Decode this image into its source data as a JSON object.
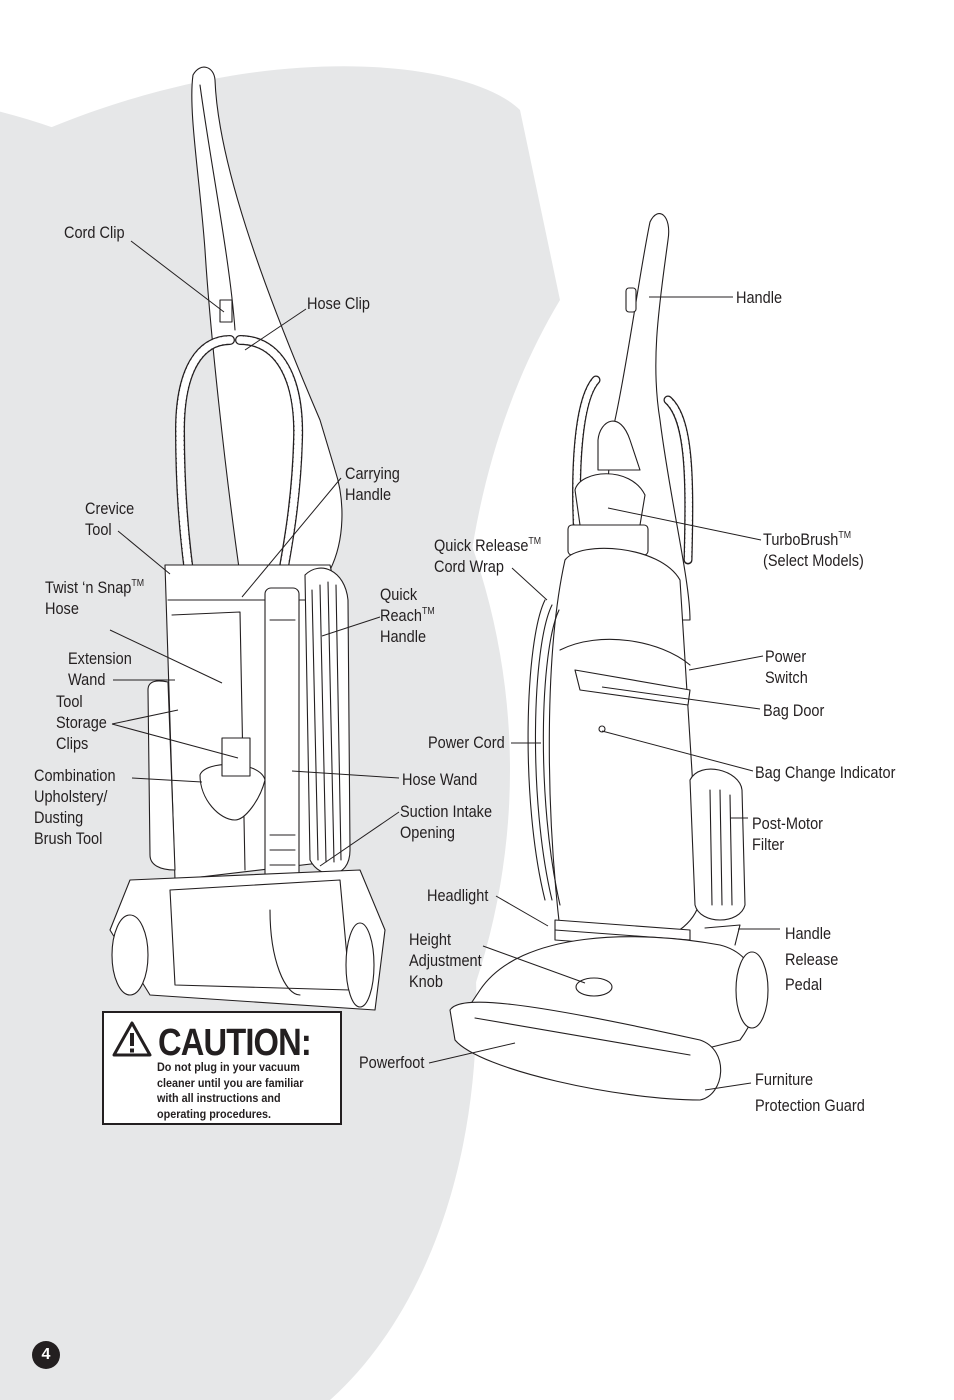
{
  "labels": {
    "cord_clip": "Cord Clip",
    "hose_clip": "Hose Clip",
    "carrying_handle": [
      "Carrying",
      "Handle"
    ],
    "crevice_tool": [
      "Crevice",
      "Tool"
    ],
    "twist_snap_hose": [
      "Twist ‘n Snap",
      "TM",
      "Hose"
    ],
    "quick_reach_handle": [
      "Quick",
      "Reach",
      "TM",
      "Handle"
    ],
    "extension_wand": [
      "Extension",
      "Wand"
    ],
    "tool_storage_clips": [
      "Tool",
      "Storage",
      "Clips"
    ],
    "combination_tool": [
      "Combination",
      "Upholstery/",
      "Dusting",
      "Brush Tool"
    ],
    "hose_wand": "Hose Wand",
    "suction_intake": [
      "Suction Intake",
      "Opening"
    ],
    "handle": "Handle",
    "turbobrush": [
      "TurboBrush",
      "TM",
      "(Select Models)"
    ],
    "quick_release_cord_wrap": [
      "Quick Release",
      "TM",
      "Cord Wrap"
    ],
    "power_switch": [
      "Power",
      "Switch"
    ],
    "bag_door": "Bag Door",
    "power_cord": "Power Cord",
    "bag_change_indicator": "Bag Change Indicator",
    "post_motor_filter": [
      "Post-Motor",
      "Filter"
    ],
    "headlight": "Headlight",
    "height_adjustment_knob": [
      "Height",
      "Adjustment",
      "Knob"
    ],
    "handle_release_pedal": [
      "Handle",
      "Release",
      "Pedal"
    ],
    "powerfoot": "Powerfoot",
    "furniture_guard": [
      "Furniture",
      "Protection Guard"
    ]
  },
  "caution": {
    "title": "CAUTION:",
    "lines": [
      "Do not plug in your vacuum",
      "cleaner until you are familiar",
      "with all instructions and",
      "operating procedures."
    ]
  },
  "page_number": "4",
  "colors": {
    "background_arc": "#e6e7e8",
    "ink": "#231f20"
  }
}
